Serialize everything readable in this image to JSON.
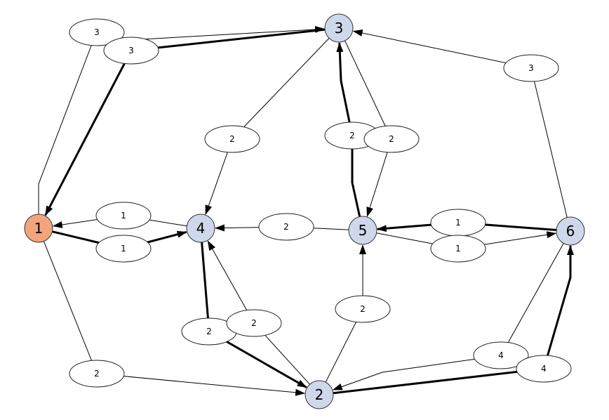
{
  "colors": {
    "start_node": "#f2a57d",
    "node": "#cdd9ea",
    "edge": "#000000"
  },
  "nodes": [
    {
      "id": "n1",
      "label": "1",
      "role": "start"
    },
    {
      "id": "n3",
      "label": "3",
      "role": "normal"
    },
    {
      "id": "n4",
      "label": "4",
      "role": "normal"
    },
    {
      "id": "n5",
      "label": "5",
      "role": "normal"
    },
    {
      "id": "n6",
      "label": "6",
      "role": "normal"
    },
    {
      "id": "n2",
      "label": "2",
      "role": "normal"
    }
  ],
  "edges": [
    {
      "from": "1",
      "to": "3",
      "weight": "3",
      "highlighted": false
    },
    {
      "from": "3",
      "to": "1",
      "weight": "3",
      "highlighted": true
    },
    {
      "from": "3",
      "to": "4",
      "weight": "2",
      "highlighted": false
    },
    {
      "from": "5",
      "to": "3",
      "weight": "2",
      "highlighted": true
    },
    {
      "from": "3",
      "to": "5",
      "weight": "2",
      "highlighted": false
    },
    {
      "from": "6",
      "to": "3",
      "weight": "3",
      "highlighted": false
    },
    {
      "from": "4",
      "to": "1",
      "weight": "1",
      "highlighted": false
    },
    {
      "from": "1",
      "to": "4",
      "weight": "1",
      "highlighted": true
    },
    {
      "from": "5",
      "to": "4",
      "weight": "2",
      "highlighted": false
    },
    {
      "from": "6",
      "to": "5",
      "weight": "1",
      "highlighted": true
    },
    {
      "from": "5",
      "to": "6",
      "weight": "1",
      "highlighted": false
    },
    {
      "from": "1",
      "to": "2",
      "weight": "2",
      "highlighted": false
    },
    {
      "from": "4",
      "to": "2",
      "weight": "2",
      "highlighted": true
    },
    {
      "from": "2",
      "to": "4",
      "weight": "2",
      "highlighted": false
    },
    {
      "from": "2",
      "to": "5",
      "weight": "2",
      "highlighted": false
    },
    {
      "from": "6",
      "to": "2",
      "weight": "4",
      "highlighted": false
    },
    {
      "from": "2",
      "to": "6",
      "weight": "4",
      "highlighted": true
    }
  ]
}
